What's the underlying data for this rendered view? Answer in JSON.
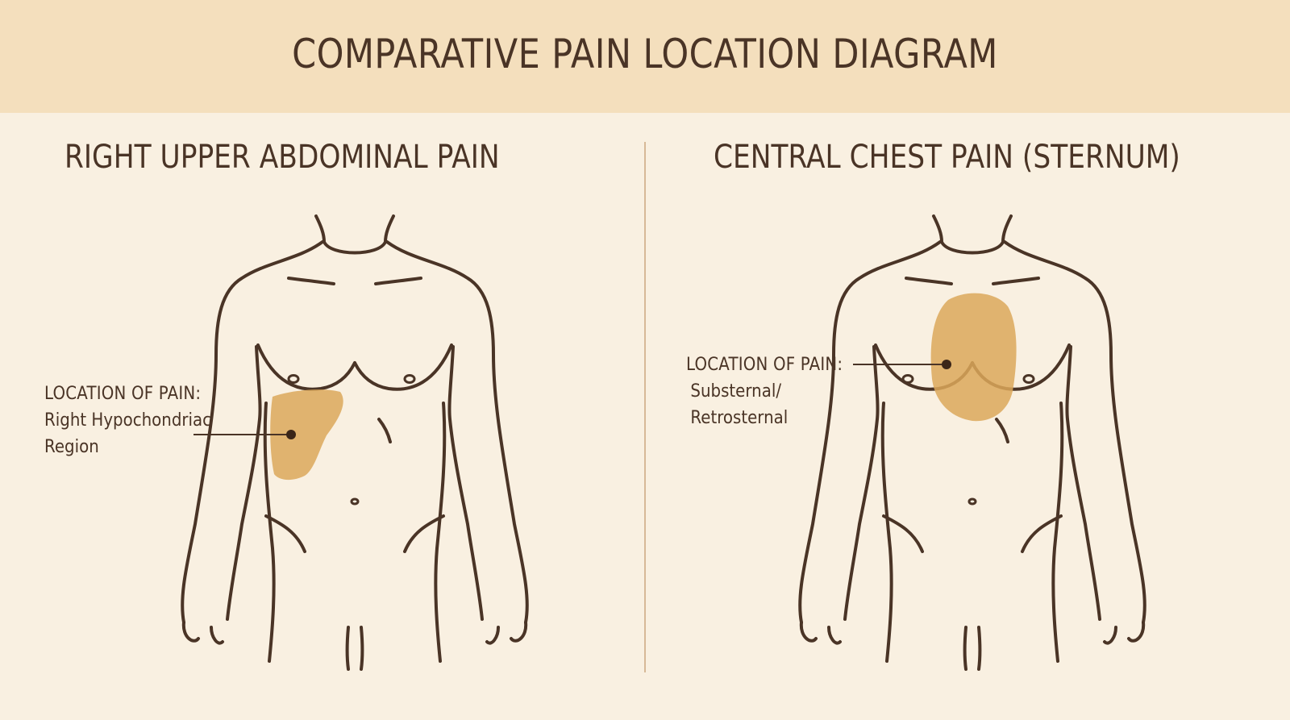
{
  "title": "COMPARATIVE PAIN LOCATION DIAGRAM",
  "panels": [
    {
      "title": "RIGHT UPPER ABDOMINAL PAIN",
      "label_heading": "LOCATION OF PAIN:",
      "label_lines": [
        "Right Hypochondriac",
        "Region"
      ]
    },
    {
      "title": "CENTRAL CHEST PAIN (STERNUM)",
      "label_heading": "LOCATION OF PAIN:",
      "label_lines": [
        "Substernal/",
        "Retrosternal"
      ]
    }
  ],
  "colors": {
    "title_band": "#f4dfbd",
    "background": "#f9f0e1",
    "outline": "#4a3426",
    "pain_area": "#dca85b",
    "divider": "#d7b997"
  }
}
